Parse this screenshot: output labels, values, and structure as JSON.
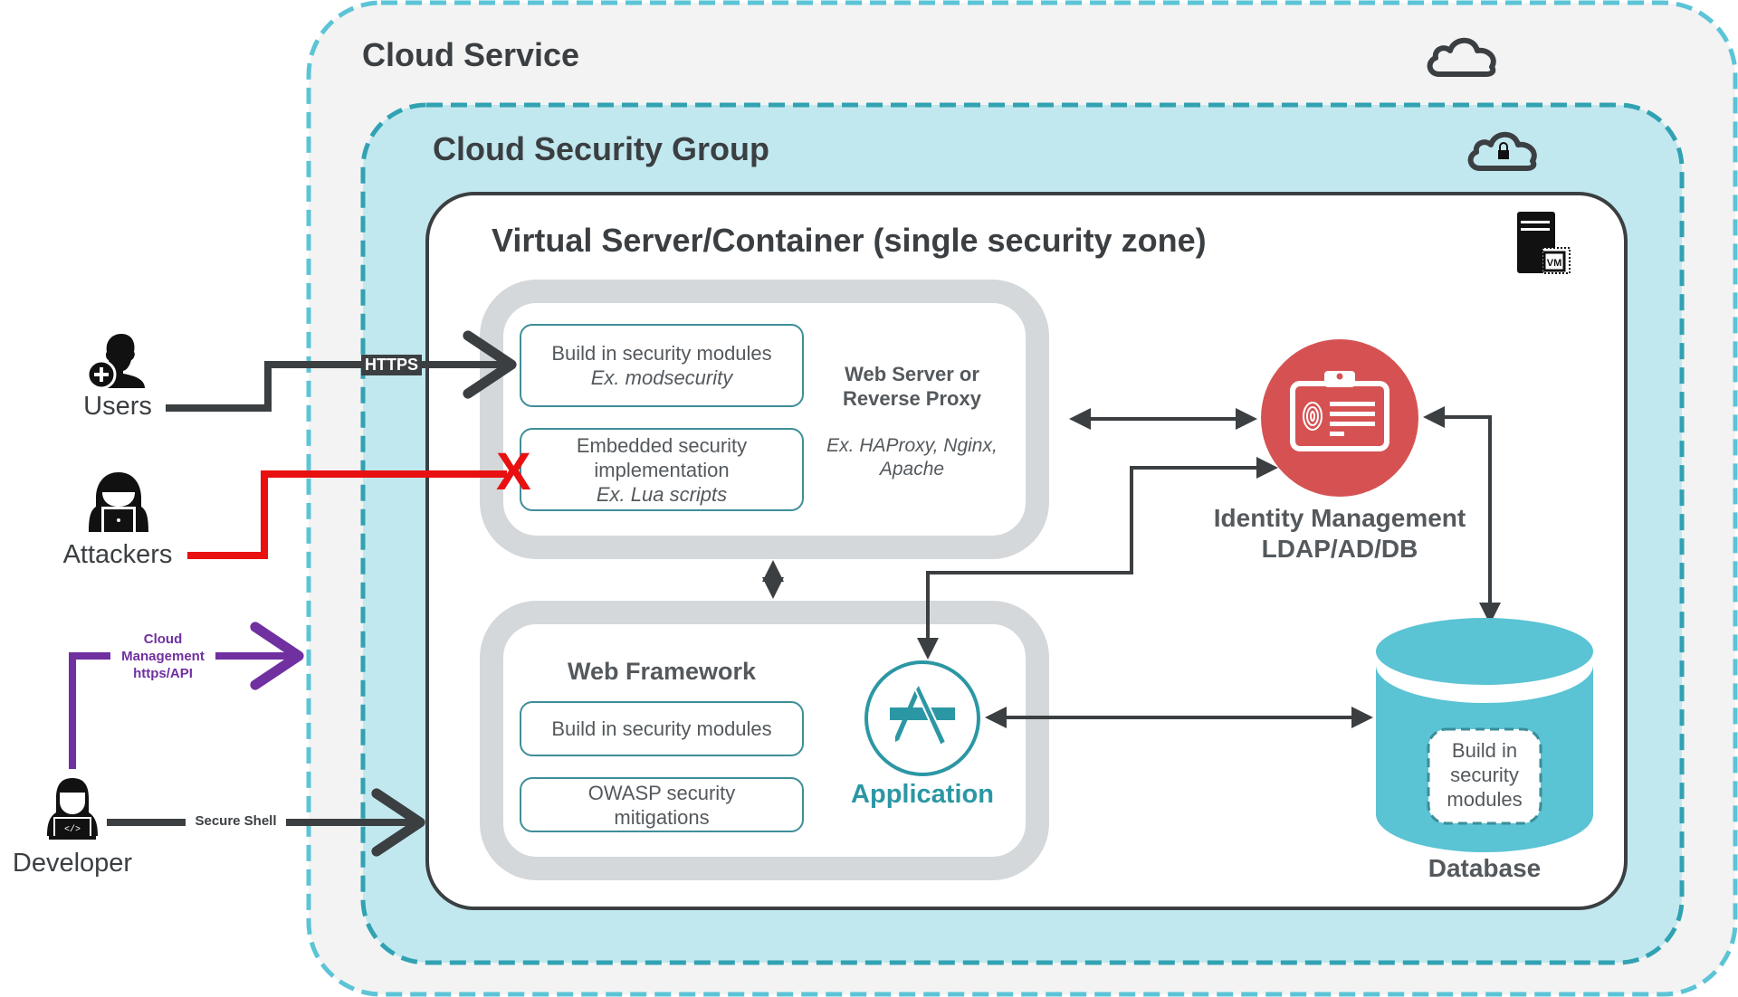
{
  "zones": {
    "cloud_service": {
      "title": "Cloud Service",
      "icon": "cloud-icon"
    },
    "cloud_security_group": {
      "title": "Cloud Security Group",
      "icon": "cloud-lock-icon"
    },
    "virtual_server": {
      "title": "Virtual Server/Container (single security zone)",
      "icon": "server-vm-icon",
      "icon_badge": "VM"
    }
  },
  "web_server": {
    "title_line1": "Web Server or",
    "title_line2": "Reverse Proxy",
    "example_line1": "Ex. HAProxy, Nginx,",
    "example_line2": "Apache",
    "modules": [
      {
        "line1": "Build in security modules",
        "example": "Ex. modsecurity"
      },
      {
        "line1": "Embedded security",
        "line2": "implementation",
        "example": "Ex. Lua scripts"
      }
    ]
  },
  "web_framework": {
    "title": "Web Framework",
    "modules": [
      {
        "line1": "Build in security modules"
      },
      {
        "line1": "OWASP security",
        "line2": "mitigations"
      }
    ]
  },
  "application": {
    "label": "Application",
    "icon": "app-store-icon"
  },
  "identity": {
    "line1": "Identity Management",
    "line2": "LDAP/AD/DB",
    "icon": "id-card-fingerprint-icon"
  },
  "database": {
    "label": "Database",
    "inner_line1": "Build in",
    "inner_line2": "security",
    "inner_line3": "modules"
  },
  "actors": {
    "users": {
      "label": "Users",
      "icon": "user-add-icon"
    },
    "attackers": {
      "label": "Attackers",
      "icon": "hacker-icon"
    },
    "developer": {
      "label": "Developer",
      "icon": "developer-icon"
    }
  },
  "connections": {
    "https": "HTTPS",
    "cloud_mgmt_line1": "Cloud",
    "cloud_mgmt_line2": "Management",
    "cloud_mgmt_line3": "https/API",
    "secure_shell": "Secure Shell",
    "blocked_marker": "X"
  },
  "colors": {
    "cloud_dash": "#5bc4d6",
    "group_fill": "#c2e8ef",
    "group_dash": "#31a2b2",
    "dark": "#3b3f42",
    "attack_red": "#e81010",
    "mgmt_purple": "#7030a0",
    "identity_red": "#d65252",
    "teal": "#2c97a4",
    "db_fill": "#5ac3d4",
    "panel_gray": "#d4d8da"
  }
}
